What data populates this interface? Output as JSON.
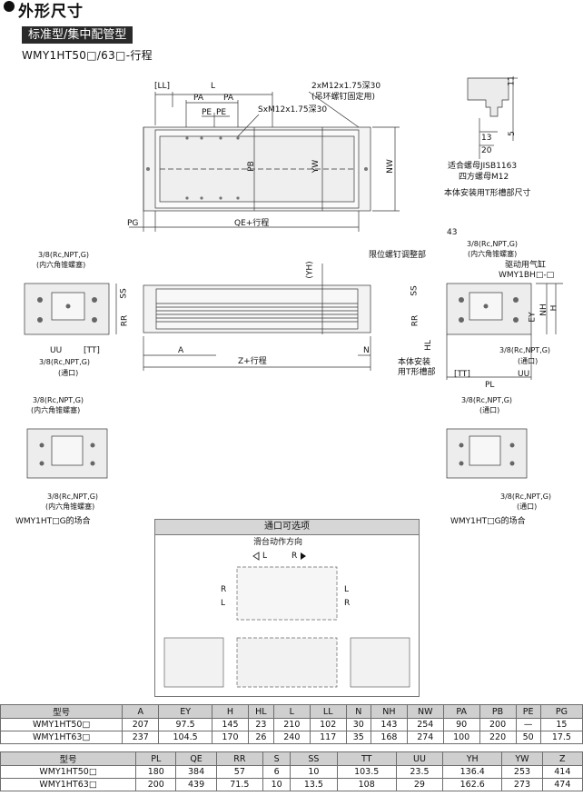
{
  "header": {
    "title": "外形尺寸",
    "subtitle": "标准型/集中配管型",
    "model": "WMY1HT50□/63□-行程"
  },
  "top_view": {
    "labels": {
      "LL": "[LL]",
      "L": "L",
      "PA1": "PA",
      "PA2": "PA",
      "PE1": "PE",
      "PE2": "PE",
      "hole1": "2xM12x1.75深30",
      "hole1b": "(吊环螺钉固定用)",
      "hole2": "SxM12x1.75深30",
      "PB": "PB",
      "YW": "YW",
      "NW": "NW",
      "PG": "PG",
      "QE": "QE+行程"
    }
  },
  "tslot": {
    "labels": {
      "dim11": "11",
      "dim5": "5",
      "dim13": "13",
      "dim20": "20",
      "nut1": "适合螺母JISB1163",
      "nut2": "四方螺母M12",
      "caption": "本体安装用T形槽部尺寸"
    }
  },
  "front_view": {
    "labels": {
      "port1a": "3/8(Rc,NPT,G)",
      "port1b": "(内六角锥螺塞)",
      "SS": "SS",
      "RR": "RR",
      "UU": "UU",
      "TT": "[TT]",
      "port2a": "3/8(Rc,NPT,G)",
      "port2b": "(通口)",
      "YH": "(YH)",
      "A": "A",
      "N": "N",
      "Z": "Z+行程"
    }
  },
  "side_view": {
    "labels": {
      "d43": "43",
      "limit": "限位螺钉调整部",
      "port1a": "3/8(Rc,NPT,G)",
      "port1b": "(内六角锥螺塞)",
      "drive1": "驱动用气缸",
      "drive2": "WMY1BH□-□",
      "SS": "SS",
      "RR": "RR",
      "HL": "HL",
      "EY": "EY",
      "NH": "NH",
      "H": "H",
      "mount1": "本体安装",
      "mount2": "用T形槽部",
      "port2a": "3/8(Rc,NPT,G)",
      "port2b": "(通口)",
      "TT": "[TT]",
      "UU": "UU",
      "PL": "PL"
    }
  },
  "g_left": {
    "top1": "3/8(Rc,NPT,G)",
    "top2": "(内六角锥螺塞)",
    "bot1": "3/8(Rc,NPT,G)",
    "bot2": "(内六角锥螺塞)",
    "caption": "WMY1HT□G的场合"
  },
  "g_right": {
    "top1": "3/8(Rc,NPT,G)",
    "top2": "(通口)",
    "bot1": "3/8(Rc,NPT,G)",
    "bot2": "(通口)",
    "caption": "WMY1HT□G的场合"
  },
  "options": {
    "title": "通口可选项",
    "direction": "滑台动作方向",
    "L": "L",
    "R": "R",
    "R1": "R",
    "L1": "L",
    "L2": "L",
    "R2": "R"
  },
  "table1": {
    "headers": [
      "型号",
      "A",
      "EY",
      "H",
      "HL",
      "L",
      "LL",
      "N",
      "NH",
      "NW",
      "PA",
      "PB",
      "PE",
      "PG"
    ],
    "rows": [
      [
        "WMY1HT50□",
        "207",
        "97.5",
        "145",
        "23",
        "210",
        "102",
        "30",
        "143",
        "254",
        "90",
        "200",
        "—",
        "15"
      ],
      [
        "WMY1HT63□",
        "237",
        "104.5",
        "170",
        "26",
        "240",
        "117",
        "35",
        "168",
        "274",
        "100",
        "220",
        "50",
        "17.5"
      ]
    ]
  },
  "table2": {
    "headers": [
      "型号",
      "PL",
      "QE",
      "RR",
      "S",
      "SS",
      "TT",
      "UU",
      "YH",
      "YW",
      "Z"
    ],
    "rows": [
      [
        "WMY1HT50□",
        "180",
        "384",
        "57",
        "6",
        "10",
        "103.5",
        "23.5",
        "136.4",
        "253",
        "414"
      ],
      [
        "WMY1HT63□",
        "200",
        "439",
        "71.5",
        "10",
        "13.5",
        "108",
        "29",
        "162.6",
        "273",
        "474"
      ]
    ]
  }
}
